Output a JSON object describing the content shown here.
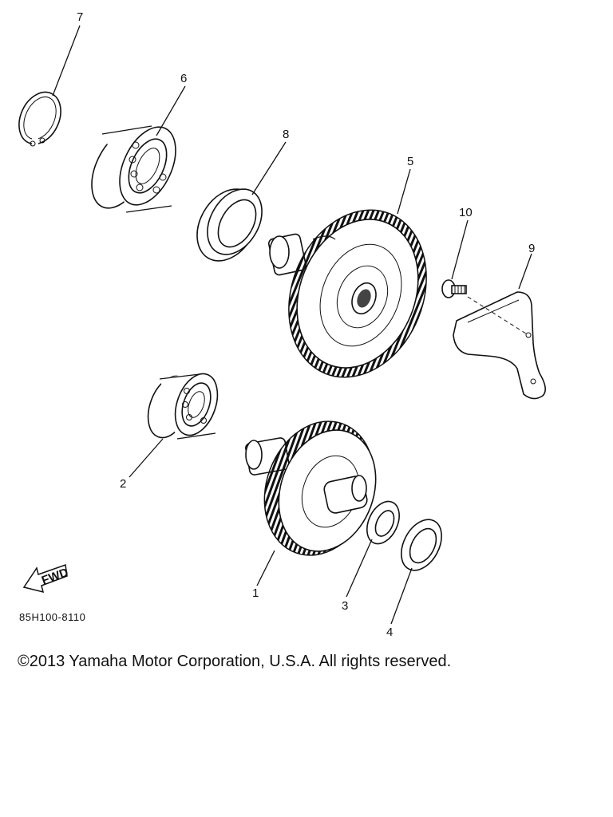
{
  "callouts": [
    "1",
    "2",
    "3",
    "4",
    "5",
    "6",
    "7",
    "8",
    "9",
    "10"
  ],
  "diagram_code": "85H100-8110",
  "fwd_label": "FWD",
  "copyright": "©2013 Yamaha Motor Corporation, U.S.A. All rights reserved."
}
